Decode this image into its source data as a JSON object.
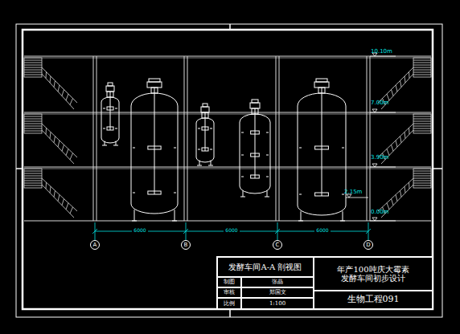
{
  "diagram": {
    "nodes": [
      {
        "text": [
          "A"
        ]
      },
      {
        "text": [
          "B"
        ]
      },
      {
        "text": [
          "C"
        ]
      },
      {
        "text": [
          "D"
        ]
      },
      {
        "text": [
          "发酵车间A-A  剖视图"
        ]
      },
      {
        "text": [
          "制图"
        ]
      },
      {
        "text": [
          "张晶"
        ]
      },
      {
        "text": [
          "审核"
        ]
      },
      {
        "text": [
          "郑国文"
        ]
      },
      {
        "text": [
          "比例"
        ]
      },
      {
        "text": [
          "1:100"
        ]
      },
      {
        "text": [
          "年产100吨庆大霉素",
          "发酵车间初步设计"
        ]
      },
      {
        "text": [
          "生物工程091"
        ]
      }
    ],
    "labels": [
      "10.10m",
      "7.00m",
      "3.90m",
      "0.00m",
      "2.15m",
      "6000",
      "6000",
      "6000"
    ]
  }
}
